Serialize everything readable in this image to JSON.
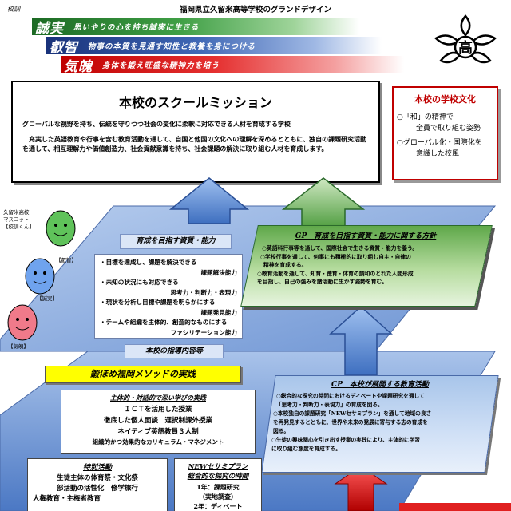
{
  "header": {
    "title": "福岡県立久留米高等学校のグランドデザイン",
    "motto_label": "校訓"
  },
  "mottos": [
    {
      "name": "誠実",
      "desc": "思いやりの心を持ち誠実に生きる"
    },
    {
      "name": "叡智",
      "desc": "物事の本質を見通す知性と教養を身につける"
    },
    {
      "name": "気魄",
      "desc": "身体を鍛え旺盛な精神力を培う"
    }
  ],
  "emblem": {
    "glyph": "高",
    "icon": "school-crest-icon"
  },
  "mission": {
    "title": "本校のスクールミッション",
    "line1": "グローバルな視野を持ち、伝統を守りつつ社会の変化に柔軟に対応できる人材を育成する学校",
    "line2": "充実した英語教育や行事を含む教育活動を通して、自国と他国の文化への理解を深めるとともに、独自の課題研究活動を通して、相互理解力や価値創造力、社会貢献意識を持ち、社会課題の解決に取り組む人材を育成します。"
  },
  "culture": {
    "title": "本校の学校文化",
    "item1_a": "○「和」の精神で",
    "item1_b": "全員で取り組む姿勢",
    "item2_a": "○グローバル化・国際化を",
    "item2_b": "意識した校風"
  },
  "mascot": {
    "label": "久留米高校\nマスコット\n【校訓くん】",
    "tags": [
      "【叡智】",
      "【誠実】",
      "【気魄】"
    ]
  },
  "abilities": {
    "title": "育成を目指す資質・能力",
    "lines": [
      "・目標を達成し、課題を解決できる",
      "課題解決能力",
      "・未知の状況にも対応できる",
      "思考力・判断力・表現力",
      "・現状を分析し目標や課題を明らかにする",
      "課題発見能力",
      "・チームや組織を主体的、創造的なものにする",
      "ファシリテーション能力"
    ]
  },
  "gp": {
    "title": "GP　育成を目指す資質・能力に関する方針",
    "lines": [
      "○英語科行事等を通して、国際社会で生きる資質・能力を養う。",
      "○学校行事を通して、何事にも積極的に取り組む自主・自律の",
      "精神を育成する。",
      "○教育活動を通して、知育・徳育・体育の調和のとれた人間形成",
      "を目指し、自己の強みを諸活動に生かす姿勢を育む。"
    ]
  },
  "guidance": {
    "title": "本校の指導内容等"
  },
  "method": {
    "title": "鍛ほめ福岡メソッドの実践",
    "subtitle": "主体的・対話的で深い学びの実践",
    "lines": [
      "ＩＣＴを活用した授業",
      "徹底した個人面談　選択制課外授業",
      "ネイティブ英語教員３人制",
      "組織的かつ効果的なカリキュラム・マネジメント"
    ]
  },
  "cp": {
    "title": "CP　本校が展開する教育活動",
    "lines": [
      "○総合的な探究の時間におけるディベートや課題研究を通して",
      "「思考力・判断力・表現力」の育成を図る。",
      "○本校独自の課題研究「NEWセサミプラン」を通して地域の良さ",
      "を再発見するとともに、世界や未来の発展に寄与する志の育成を",
      "図る。",
      "○生徒の興味関心を引き出す授業の実践により、主体的に学習",
      "に取り組む態度を育成する。"
    ]
  },
  "special": {
    "title": "特別活動",
    "lines": [
      "生徒主体の体育祭・文化祭",
      "部活動の活性化　修学旅行",
      "人権教育・主権者教育"
    ]
  },
  "sesame": {
    "title": "NEWセサミプラン",
    "subtitle": "総合的な探究の時間",
    "lines": [
      "1年：課題研究",
      "（実地調査）",
      "2年：ディベート"
    ]
  },
  "colors": {
    "green": "#3f9f45",
    "blue": "#3f67b5",
    "red": "#c00000",
    "arrow_blue": "#4a78c8",
    "arrow_green": "#6bb55a"
  }
}
